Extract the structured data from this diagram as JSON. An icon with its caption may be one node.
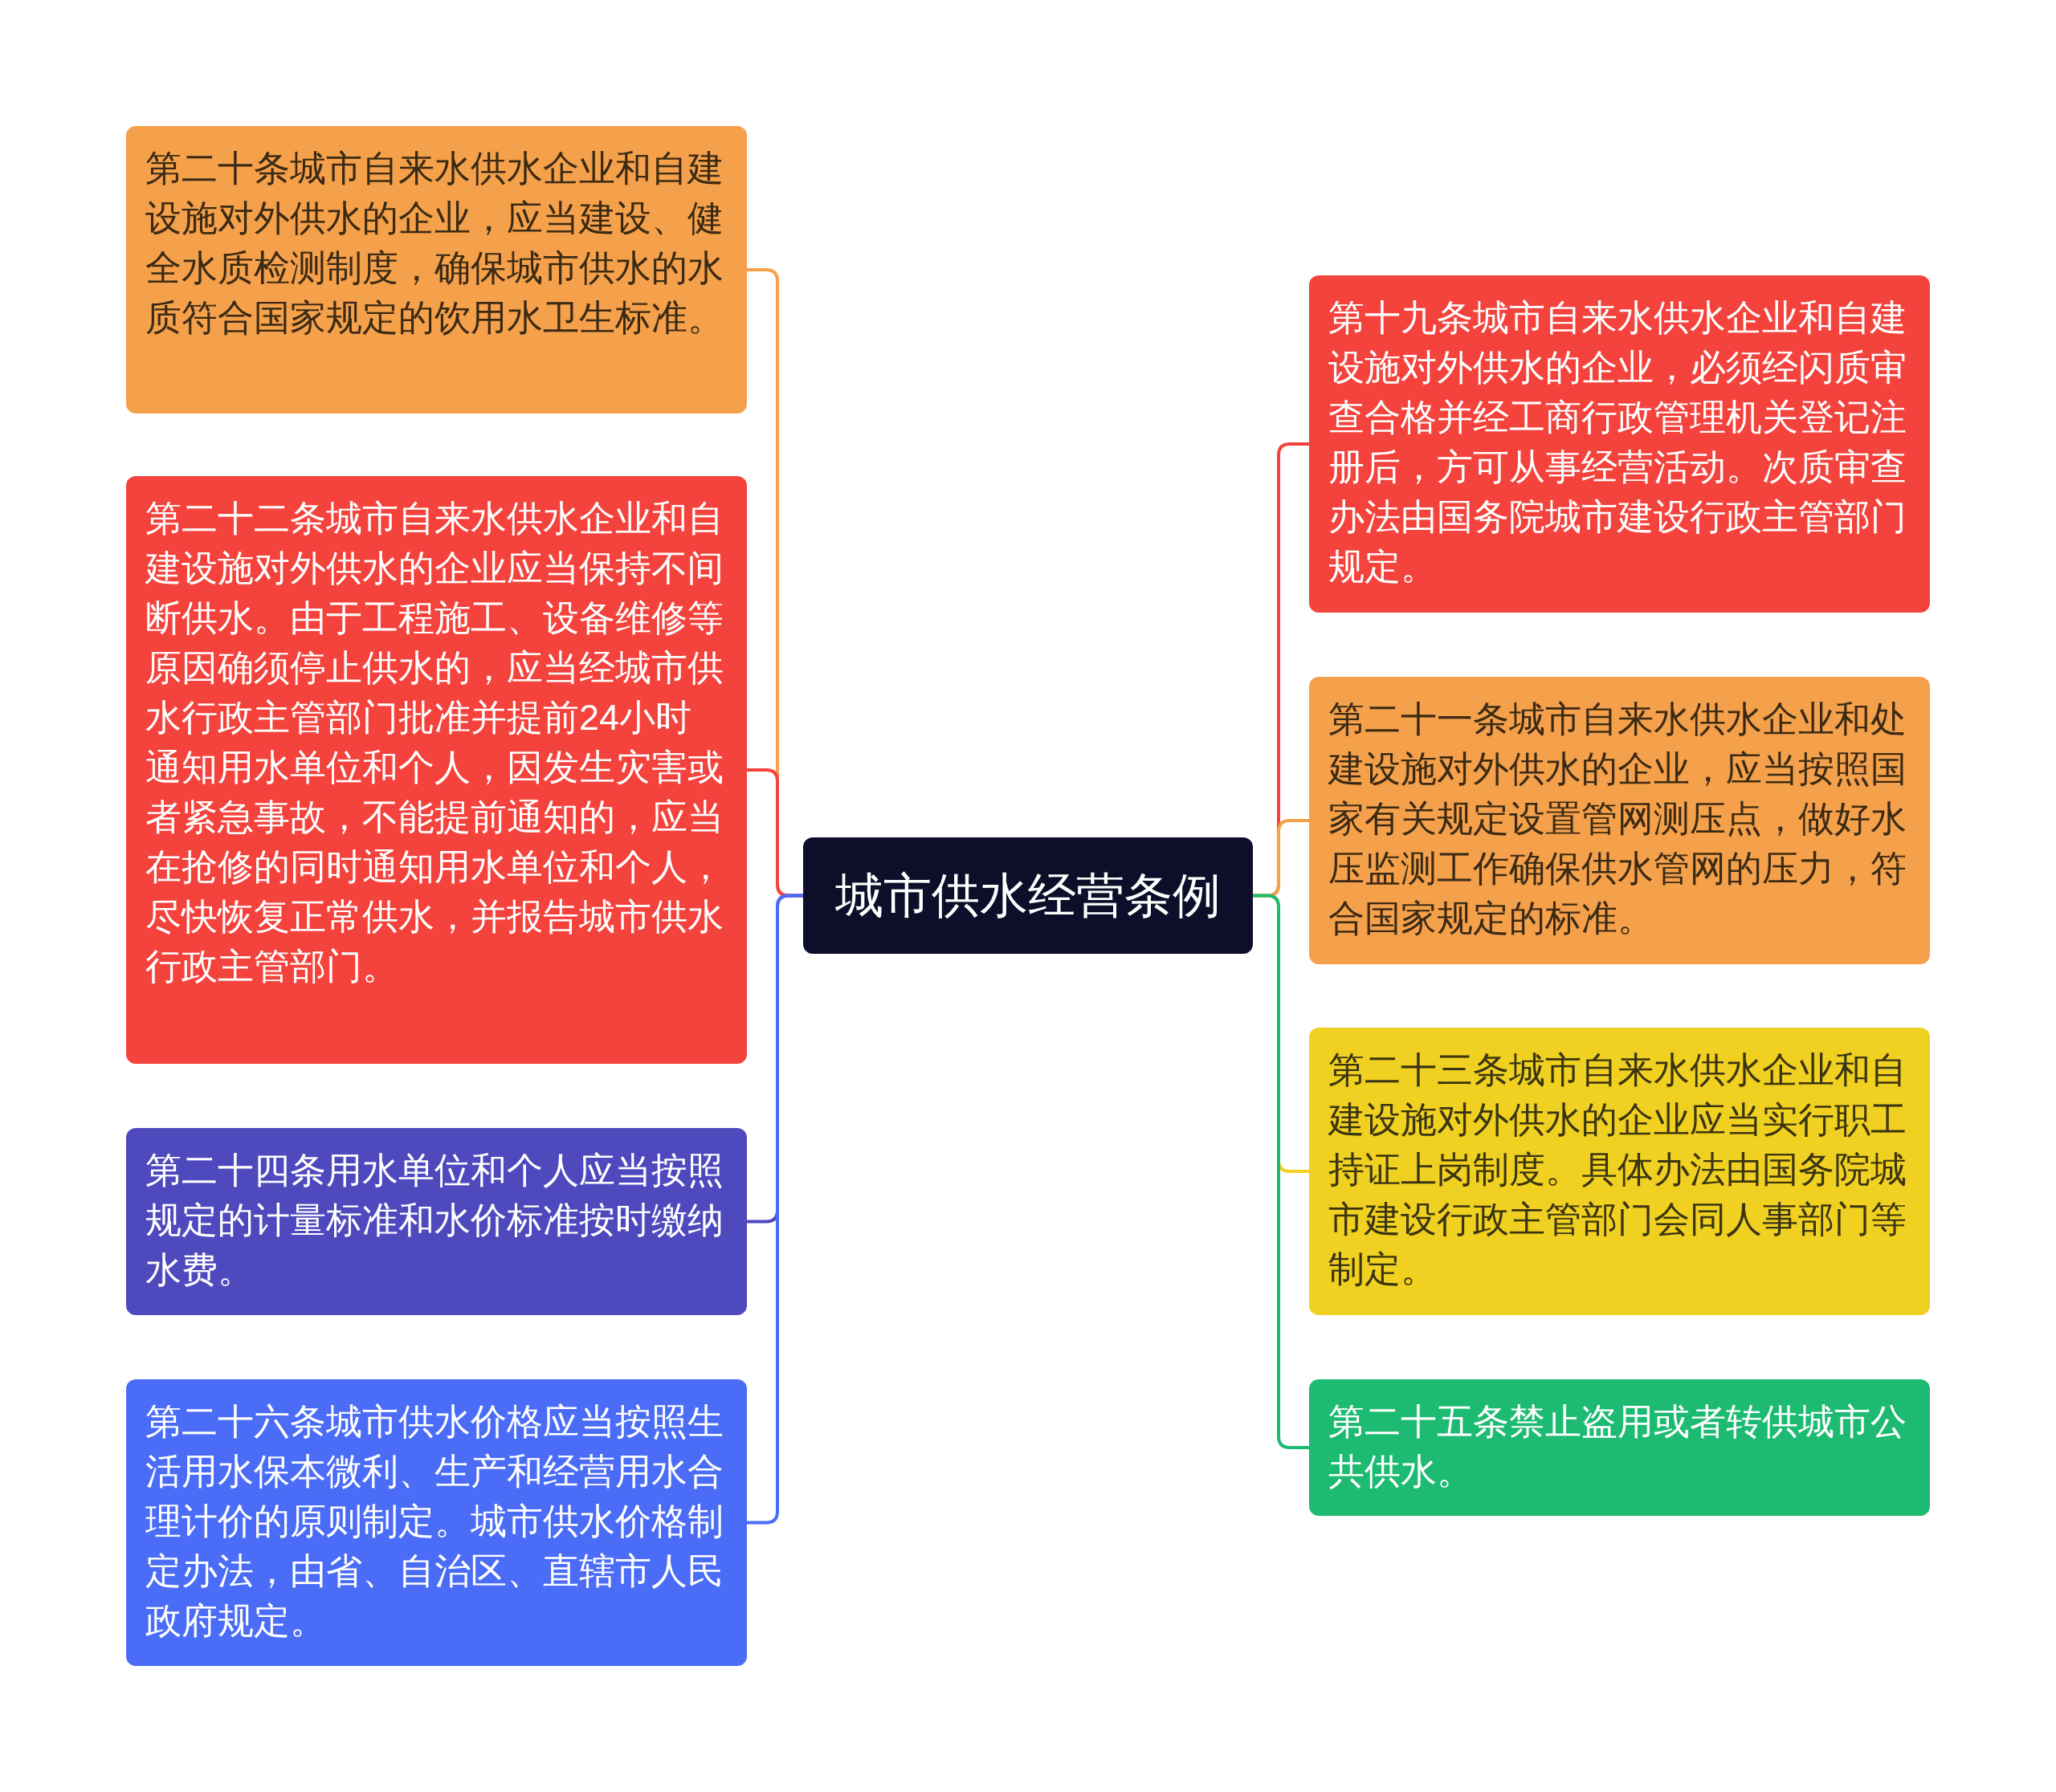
{
  "diagram": {
    "nodes": [
      {
        "text": [
          "城市供水经营条例"
        ]
      },
      {
        "text": [
          "第二十条城市自来水供水企业和自建设施对外供水的企业，应当建设、健全水质检测制度，确保城市供水的水质符合国家规定的饮用水卫生标准。"
        ]
      },
      {
        "text": [
          "第二十二条城市自来水供水企业和自建设施对外供水的企业应当保持不间断供水。由于工程施工、设备维修等原因确须停止供水的，应当经城市供水行政主管部门批准并提前24小时通知用水单位和个人，因发生灾害或者紧急事故，不能提前通知的，应当在抢修的同时通知用水单位和个人，尽快恢复正常供水，并报告城市供水行政主管部门。"
        ]
      },
      {
        "text": [
          "第二十四条用水单位和个人应当按照规定的计量标准和水价标准按时缴纳水费。"
        ]
      },
      {
        "text": [
          "第二十六条城市供水价格应当按照生活用水保本微利、生产和经营用水合理计价的原则制定。城市供水价格制定办法，由省、自治区、直辖市人民政府规定。"
        ]
      },
      {
        "text": [
          "第十九条城市自来水供水企业和自建设施对外供水的企业，必须经闪质审查合格并经工商行政管理机关登记注册后，方可从事经营活动。次质审查办法由国务院城市建设行政主管部门规定。"
        ]
      },
      {
        "text": [
          "第二十一条城市自来水供水企业和处建设施对外供水的企业，应当按照国家有关规定设置管网测压点，做好水压监测工作确保供水管网的压力，符合国家规定的标准。"
        ]
      },
      {
        "text": [
          "第二十三条城市自来水供水企业和自建设施对外供水的企业应当实行职工持证上岗制度。具体办法由国务院城市建设行政主管部门会同人事部门等制定。"
        ]
      },
      {
        "text": [
          "第二十五条禁止盗用或者转供城市公共供水。"
        ]
      }
    ],
    "edges": [
      {
        "from": 0,
        "to": 1,
        "arrow": "none",
        "color": "#f5a04a"
      },
      {
        "from": 0,
        "to": 2,
        "arrow": "none",
        "color": "#f4433c"
      },
      {
        "from": 0,
        "to": 3,
        "arrow": "none",
        "color": "#4f49be"
      },
      {
        "from": 0,
        "to": 4,
        "arrow": "none",
        "color": "#4a6cf7"
      },
      {
        "from": 0,
        "to": 5,
        "arrow": "none",
        "color": "#f4433c"
      },
      {
        "from": 0,
        "to": 6,
        "arrow": "none",
        "color": "#f5a04a"
      },
      {
        "from": 0,
        "to": 7,
        "arrow": "none",
        "color": "#f0d020"
      },
      {
        "from": 0,
        "to": 8,
        "arrow": "none",
        "color": "#1dbb72"
      }
    ]
  }
}
